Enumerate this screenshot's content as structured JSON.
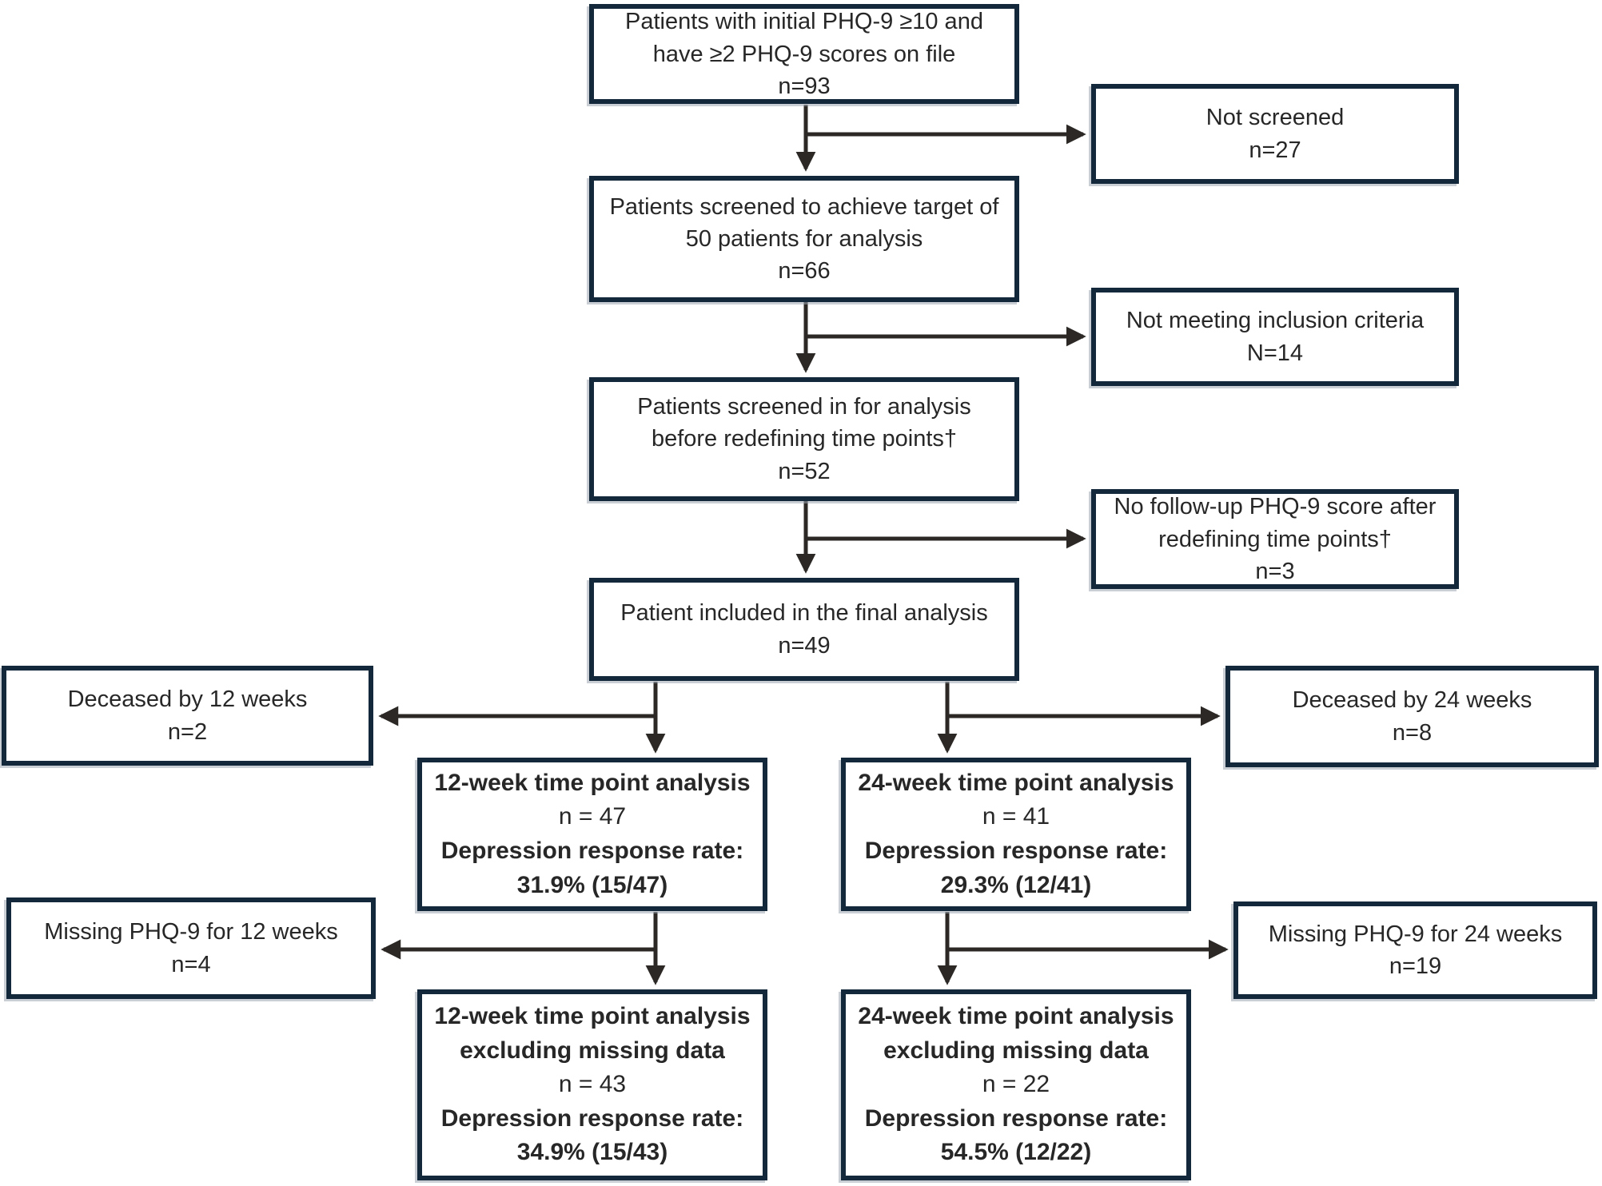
{
  "figure": {
    "kind": "patient-flow-diagram",
    "description": "CONSORT-style flowchart of PHQ-9 depression screening analysis"
  },
  "colors": {
    "border": "#13293b",
    "arrow": "#2b2825",
    "text": "#272727",
    "background": "#ffffff"
  },
  "boxes": {
    "initial": {
      "lines": [
        "Patients with initial PHQ-9 ≥10 and",
        "have ≥2 PHQ-9 scores on file",
        "n=93"
      ]
    },
    "not_screened": {
      "lines": [
        "Not screened",
        "n=27"
      ]
    },
    "screened_target": {
      "lines": [
        "Patients screened to achieve target of",
        "50 patients for analysis",
        "n=66"
      ]
    },
    "not_meeting": {
      "lines": [
        "Not meeting inclusion criteria",
        "N=14"
      ]
    },
    "screened_in": {
      "lines": [
        "Patients screened in for analysis",
        "before redefining time points†",
        "n=52"
      ]
    },
    "no_followup": {
      "lines": [
        "No follow-up PHQ-9 score after",
        "redefining time points†",
        "n=3"
      ]
    },
    "final_analysis": {
      "lines": [
        "Patient included in the final analysis",
        "n=49"
      ]
    },
    "deceased_12": {
      "lines": [
        "Deceased by 12 weeks",
        "n=2"
      ]
    },
    "deceased_24": {
      "lines": [
        "Deceased by 24 weeks",
        "n=8"
      ]
    },
    "week12": {
      "lines": [
        "12-week time point analysis",
        "n = 47",
        "Depression response rate:",
        "31.9% (15/47)"
      ]
    },
    "week24": {
      "lines": [
        "24-week time point analysis",
        "n = 41",
        "Depression response rate:",
        "29.3% (12/41)"
      ]
    },
    "missing_12": {
      "lines": [
        "Missing PHQ-9 for 12 weeks",
        "n=4"
      ]
    },
    "missing_24": {
      "lines": [
        "Missing PHQ-9 for 24 weeks",
        "n=19"
      ]
    },
    "week12_excl": {
      "lines": [
        "12-week time point analysis",
        "excluding missing data",
        "n = 43",
        "Depression response rate:",
        "34.9% (15/43)"
      ]
    },
    "week24_excl": {
      "lines": [
        "24-week time point analysis",
        "excluding missing data",
        "n = 22",
        "Depression response rate:",
        "54.5% (12/22)"
      ]
    }
  }
}
